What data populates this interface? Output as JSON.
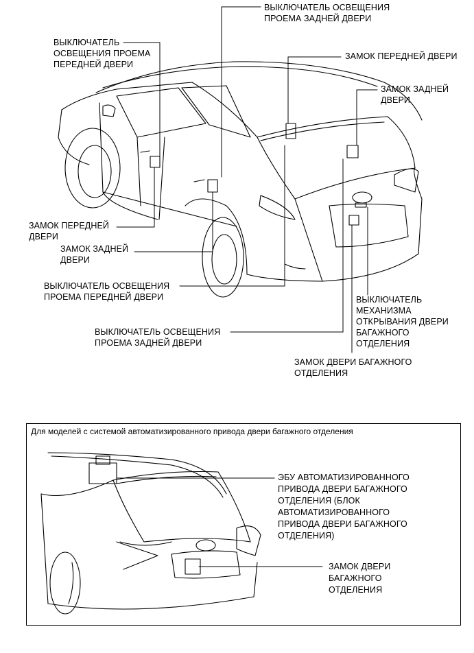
{
  "top_labels": {
    "rear_door_courtesy_top": "ВЫКЛЮЧАТЕЛЬ ОСВЕЩЕНИЯ\nПРОЕМА ЗАДНЕЙ ДВЕРИ",
    "front_door_courtesy_top": "ВЫКЛЮЧАТЕЛЬ\nОСВЕЩЕНИЯ ПРОЕМА\nПЕРЕДНЕЙ ДВЕРИ",
    "front_door_lock_right": "ЗАМОК ПЕРЕДНЕЙ ДВЕРИ",
    "rear_door_lock_right": "ЗАМОК ЗАДНЕЙ\nДВЕРИ",
    "front_door_lock_left": "ЗАМОК ПЕРЕДНЕЙ\nДВЕРИ",
    "rear_door_lock_left": "ЗАМОК ЗАДНЕЙ\nДВЕРИ",
    "front_door_courtesy_bottom": "ВЫКЛЮЧАТЕЛЬ ОСВЕЩЕНИЯ\nПРОЕМА ПЕРЕДНЕЙ ДВЕРИ",
    "rear_door_courtesy_bottom": "ВЫКЛЮЧАТЕЛЬ ОСВЕЩЕНИЯ\nПРОЕМА ЗАДНЕЙ ДВЕРИ",
    "back_door_opener_switch": "ВЫКЛЮЧАТЕЛЬ\nМЕХАНИЗМА\nОТКРЫВАНИЯ ДВЕРИ\nБАГАЖНОГО\nОТДЕЛЕНИЯ",
    "back_door_lock": "ЗАМОК ДВЕРИ БАГАЖНОГО\nОТДЕЛЕНИЯ"
  },
  "inset": {
    "caption": "Для моделей с системой автоматизированного привода двери багажного отделения",
    "power_back_door_ecu": "ЭБУ АВТОМАТИЗИРОВАННОГО\nПРИВОДА ДВЕРИ БАГАЖНОГО\nОТДЕЛЕНИЯ (БЛОК\nАВТОМАТИЗИРОВАННОГО\nПРИВОДА ДВЕРИ БАГАЖНОГО\nОТДЕЛЕНИЯ)",
    "back_door_lock": "ЗАМОК ДВЕРИ\nБАГАЖНОГО\nОТДЕЛЕНИЯ"
  },
  "colors": {
    "line": "#000000",
    "background": "#ffffff"
  }
}
